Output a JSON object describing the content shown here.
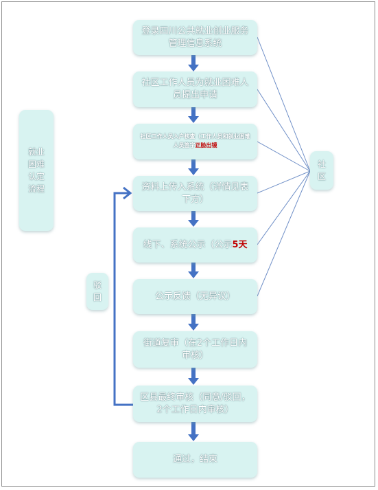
{
  "steps": [
    {
      "text": "登录四川公共就业创业服务管理信息系统"
    },
    {
      "text": "社区工作人员为就业困难人员提出申请"
    },
    {
      "text": "社区工作人员入户核查（工作人员和就业困难人员签字",
      "highlight": "正脸出镜"
    },
    {
      "text": "资料上传入系统（详情见表下方）"
    },
    {
      "text": "线下、系统公示（公示",
      "highlight": "5天"
    },
    {
      "text": "公示反馈（无异议）"
    },
    {
      "text": "街道复审（在2个工作日内审核）"
    },
    {
      "text": "区县最终审核（同意/驳回，2个工作日内审核）"
    },
    {
      "text": "通过，结束"
    }
  ],
  "side": {
    "left_title": "就业困难认定流程",
    "reject": "驳回",
    "community": "社区"
  },
  "colors": {
    "box_fill": "#d8f3f1",
    "arrow": "#4472c4",
    "connector": "#6f8fc7",
    "highlight": "#c00000"
  }
}
